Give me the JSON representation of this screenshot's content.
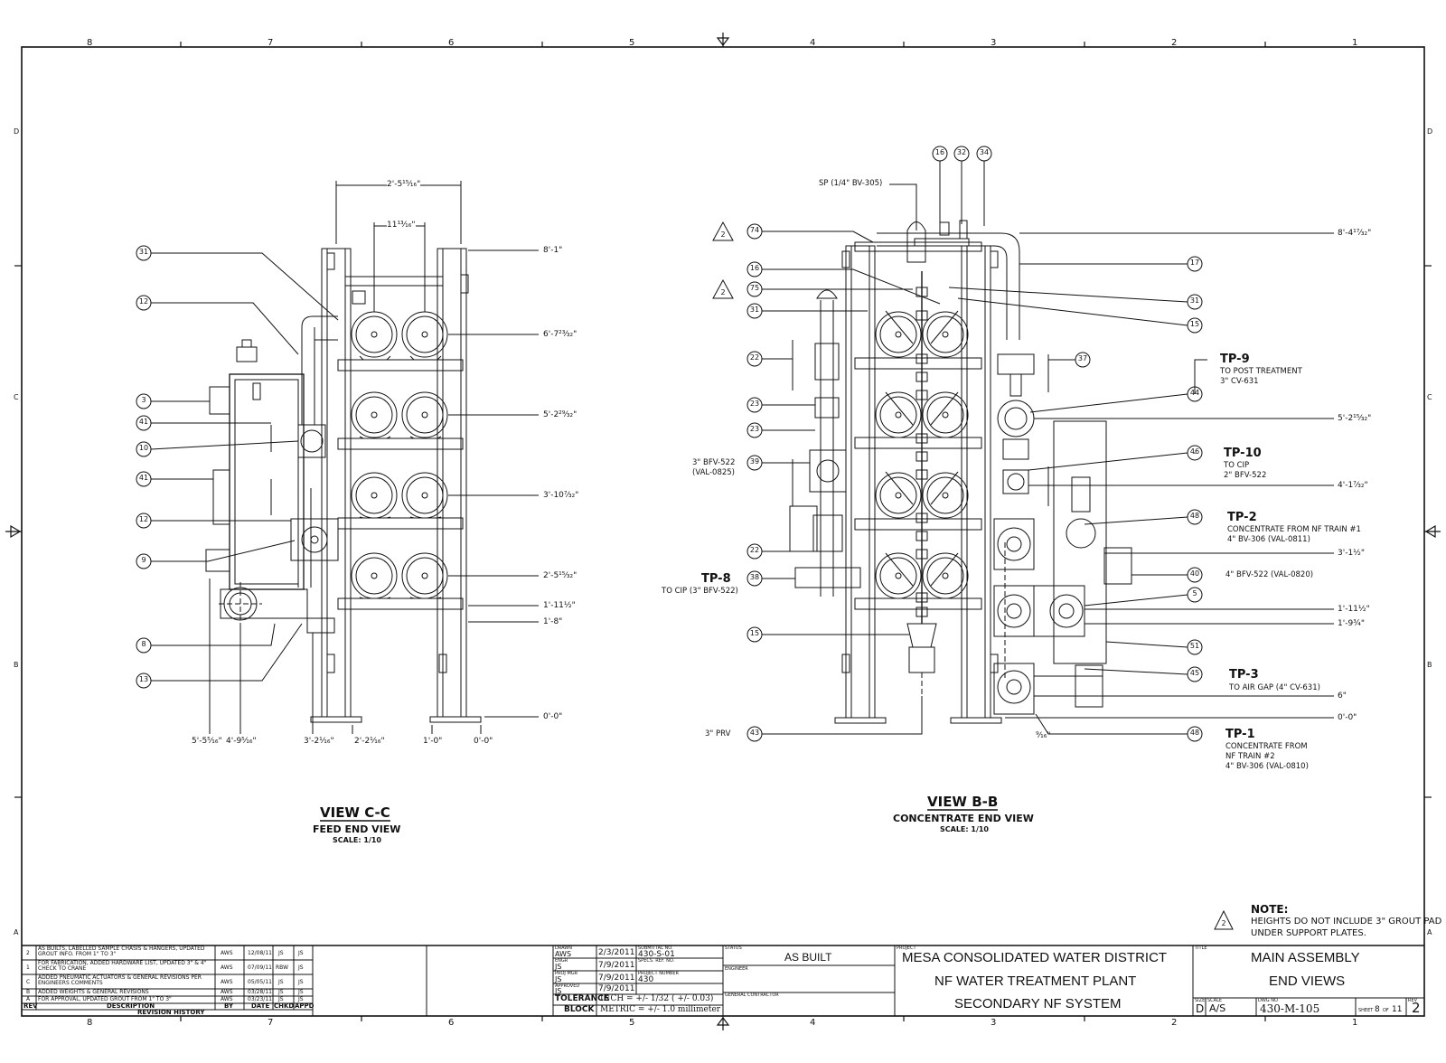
{
  "border": {
    "zones_top": [
      "8",
      "7",
      "6",
      "5",
      "4",
      "3",
      "2",
      "1"
    ],
    "zones_bottom": [
      "8",
      "7",
      "6",
      "5",
      "4",
      "3",
      "2",
      "1"
    ],
    "zones_side": [
      "D",
      "C",
      "B",
      "A"
    ]
  },
  "view_cc": {
    "title": "VIEW C-C",
    "subtitle": "FEED END VIEW",
    "scale": "SCALE: 1/10",
    "callouts": [
      "31",
      "12",
      "3",
      "41",
      "10",
      "41",
      "12",
      "9",
      "8",
      "13"
    ],
    "top_dims": [
      "2'-5¹⁵⁄₁₆\"",
      "11¹³⁄₁₆\""
    ],
    "right_dims": [
      "8'-1\"",
      "6'-7²³⁄₃₂\"",
      "5'-2²⁹⁄₃₂\"",
      "3'-10⁷⁄₃₂\"",
      "2'-5¹⁵⁄₃₂\"",
      "1'-11½\"",
      "1'-8\""
    ],
    "bottom_dims": [
      "5'-5⁵⁄₁₆\"",
      "4'-9⁵⁄₁₆\"",
      "3'-2¹⁄₁₆\"",
      "2'-2¹⁄₁₆\"",
      "1'-0\"",
      "0'-0\""
    ],
    "base_dim": "0'-0\""
  },
  "view_bb": {
    "title": "VIEW B-B",
    "subtitle": "CONCENTRATE END VIEW",
    "scale": "SCALE: 1/10",
    "top_callouts": [
      "16",
      "32",
      "34"
    ],
    "left_callouts": [
      "74",
      "16",
      "75",
      "31",
      "22",
      "23",
      "23",
      "39",
      "22",
      "38",
      "15",
      "43"
    ],
    "right_callouts": [
      "17",
      "31",
      "15",
      "37",
      "44",
      "46",
      "48",
      "40",
      "5",
      "51",
      "45",
      "48"
    ],
    "sp_label": "SP (1/4\" BV-305)",
    "revision_triangle": "2",
    "left_labels": {
      "bfv": "3\" BFV-522",
      "bfv_tag": "(VAL-0825)",
      "tp8": "TP-8",
      "tp8_desc": "TO CIP (3\" BFV-522)",
      "prv": "3\" PRV"
    },
    "tps": {
      "tp9": "TP-9",
      "tp9_a": "TO POST TREATMENT",
      "tp9_b": "3\" CV-631",
      "tp10": "TP-10",
      "tp10_a": "TO CIP",
      "tp10_b": "2\" BFV-522",
      "tp2": "TP-2",
      "tp2_a": "CONCENTRATE FROM NF TRAIN #1",
      "tp2_b": "4\" BV-306 (VAL-0811)",
      "bfv4": "4\" BFV-522 (VAL-0820)",
      "tp3": "TP-3",
      "tp3_a": "TO AIR GAP (4\" CV-631)",
      "tp1": "TP-1",
      "tp1_a": "CONCENTRATE FROM",
      "tp1_b": "NF TRAIN #2",
      "tp1_c": "4\" BV-306 (VAL-0810)"
    },
    "right_dims": [
      "8'-4¹⁷⁄₃₂\"",
      "5'-2¹⁵⁄₃₂\"",
      "4'-1⁷⁄₃₂\"",
      "3'-1½\"",
      "1'-11½\"",
      "1'-9¾\"",
      "6\"",
      "0'-0\""
    ],
    "bottom_dim": "⁹⁄₁₆\""
  },
  "note": {
    "title": "NOTE:",
    "triangle": "2",
    "line1": "HEIGHTS DO NOT INCLUDE 3\" GROUT PAD",
    "line2": "UNDER SUPPORT PLATES."
  },
  "revisions": {
    "header": {
      "rev": "REV",
      "desc": "DESCRIPTION",
      "by": "BY",
      "date": "DATE",
      "chkd": "CHKD",
      "appd": "APPD"
    },
    "footer": "REVISION HISTORY",
    "rows": [
      {
        "rev": "2",
        "desc": "AS BUILTS, LABELLED SAMPLE CHASIS & HANGERS, UPDATED GROUT INFO. FROM 1\" TO 3\"",
        "by": "AWS",
        "date": "12/08/11",
        "chkd": "JS",
        "appd": "JS"
      },
      {
        "rev": "1",
        "desc": "FOR FABRICATION, ADDED HARDWARE LIST, UPDATED 3\" & 4\" CHECK TO CRANE",
        "by": "AWS",
        "date": "07/09/11",
        "chkd": "RBW",
        "appd": "JS"
      },
      {
        "rev": "C",
        "desc": "ADDED PNEUMATIC ACTUATORS & GENERAL REVISIONS PER ENGINEERS COMMENTS",
        "by": "AWS",
        "date": "05/05/11",
        "chkd": "JS",
        "appd": "JS"
      },
      {
        "rev": "B",
        "desc": "ADDED WEIGHTS & GENERAL REVISIONS",
        "by": "AWS",
        "date": "03/28/11",
        "chkd": "JS",
        "appd": "JS"
      },
      {
        "rev": "A",
        "desc": "FOR APPROVAL, UPDATED GROUT FROM 1\" TO 3\"",
        "by": "AWS",
        "date": "03/23/11",
        "chkd": "JS",
        "appd": "JS"
      }
    ]
  },
  "signoffs": {
    "drawn_label": "DRAWN",
    "drawn_by": "AWS",
    "drawn_date": "2/3/2011",
    "engr_label": "ENGR",
    "engr_by": "JS",
    "engr_date": "7/9/2011",
    "proj_label": "PROJ MGR",
    "proj_by": "JS",
    "proj_date": "7/9/2011",
    "appr_label": "APPROVED",
    "appr_by": "JS",
    "appr_date": "7/9/2011",
    "submittal_label": "SUBMITTAL NO.",
    "submittal": "430-S-01",
    "specs_label": "SPECS. REF. NO.",
    "projnum_label": "PROJECT NUMBER",
    "projnum": "430",
    "tolerance_a": "TOLERANCE",
    "tolerance_b": "BLOCK",
    "inch": "INCH = +/- 1/32 ( +/- 0.03)",
    "metric": "METRIC = +/- 1.0 millimeter"
  },
  "status": {
    "label": "STATUS",
    "value": "AS BUILT",
    "engineer_label": "ENGINEER",
    "gc_label": "GENERAL CONTRACTOR"
  },
  "project": {
    "label": "PROJECT",
    "line1": "MESA CONSOLIDATED WATER DISTRICT",
    "line2": "NF WATER TREATMENT PLANT",
    "line3": "SECONDARY NF SYSTEM"
  },
  "title_box": {
    "label": "TITLE",
    "line1": "MAIN ASSEMBLY",
    "line2": "END VIEWS"
  },
  "sheet": {
    "size_label": "SIZE",
    "size": "D",
    "scale_label": "SCALE",
    "scale": "A/S",
    "dwg_label": "DWG NO",
    "dwg": "430-M-105",
    "sheet_label": "SHEET",
    "sheet_no": "8",
    "of": "OF",
    "of_total": "11",
    "rev_label": "REV",
    "rev": "2"
  }
}
